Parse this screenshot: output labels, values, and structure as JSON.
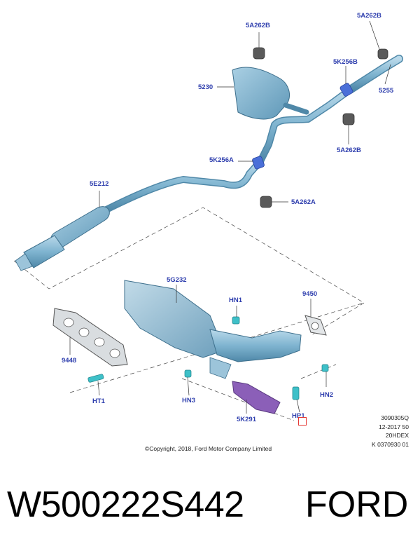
{
  "diagram": {
    "callouts": {
      "c_5a262b_top": "5A262B",
      "c_5a262b_right": "5A262B",
      "c_5k256b": "5K256B",
      "c_5230": "5230",
      "c_5255": "5255",
      "c_5a262b_mid": "5A262B",
      "c_5k256a": "5K256A",
      "c_5e212": "5E212",
      "c_5a262a": "5A262A",
      "c_5g232": "5G232",
      "c_hn1": "HN1",
      "c_9450": "9450",
      "c_9448": "9448",
      "c_ht1": "HT1",
      "c_hn3": "HN3",
      "c_5k291": "5K291",
      "c_hp1": "HP1",
      "c_hn2": "HN2"
    },
    "reference_lines": [
      "3090305Q",
      "12-2017 50",
      "20HDEX",
      "K 0370930 01"
    ],
    "copyright": "©Copyright, 2018, Ford Motor Company Limited"
  },
  "footer": {
    "part_number": "W500222S442",
    "brand": "FORD"
  },
  "colors": {
    "pipe": "#7fb4d0",
    "rubber": "#5a5a5a",
    "clamp": "#4a6fd8",
    "gasket_purple": "#8b5fb8",
    "fastener_teal": "#3ec0c8",
    "label_blue": "#2f3fae",
    "highlight_red": "#e53935"
  }
}
